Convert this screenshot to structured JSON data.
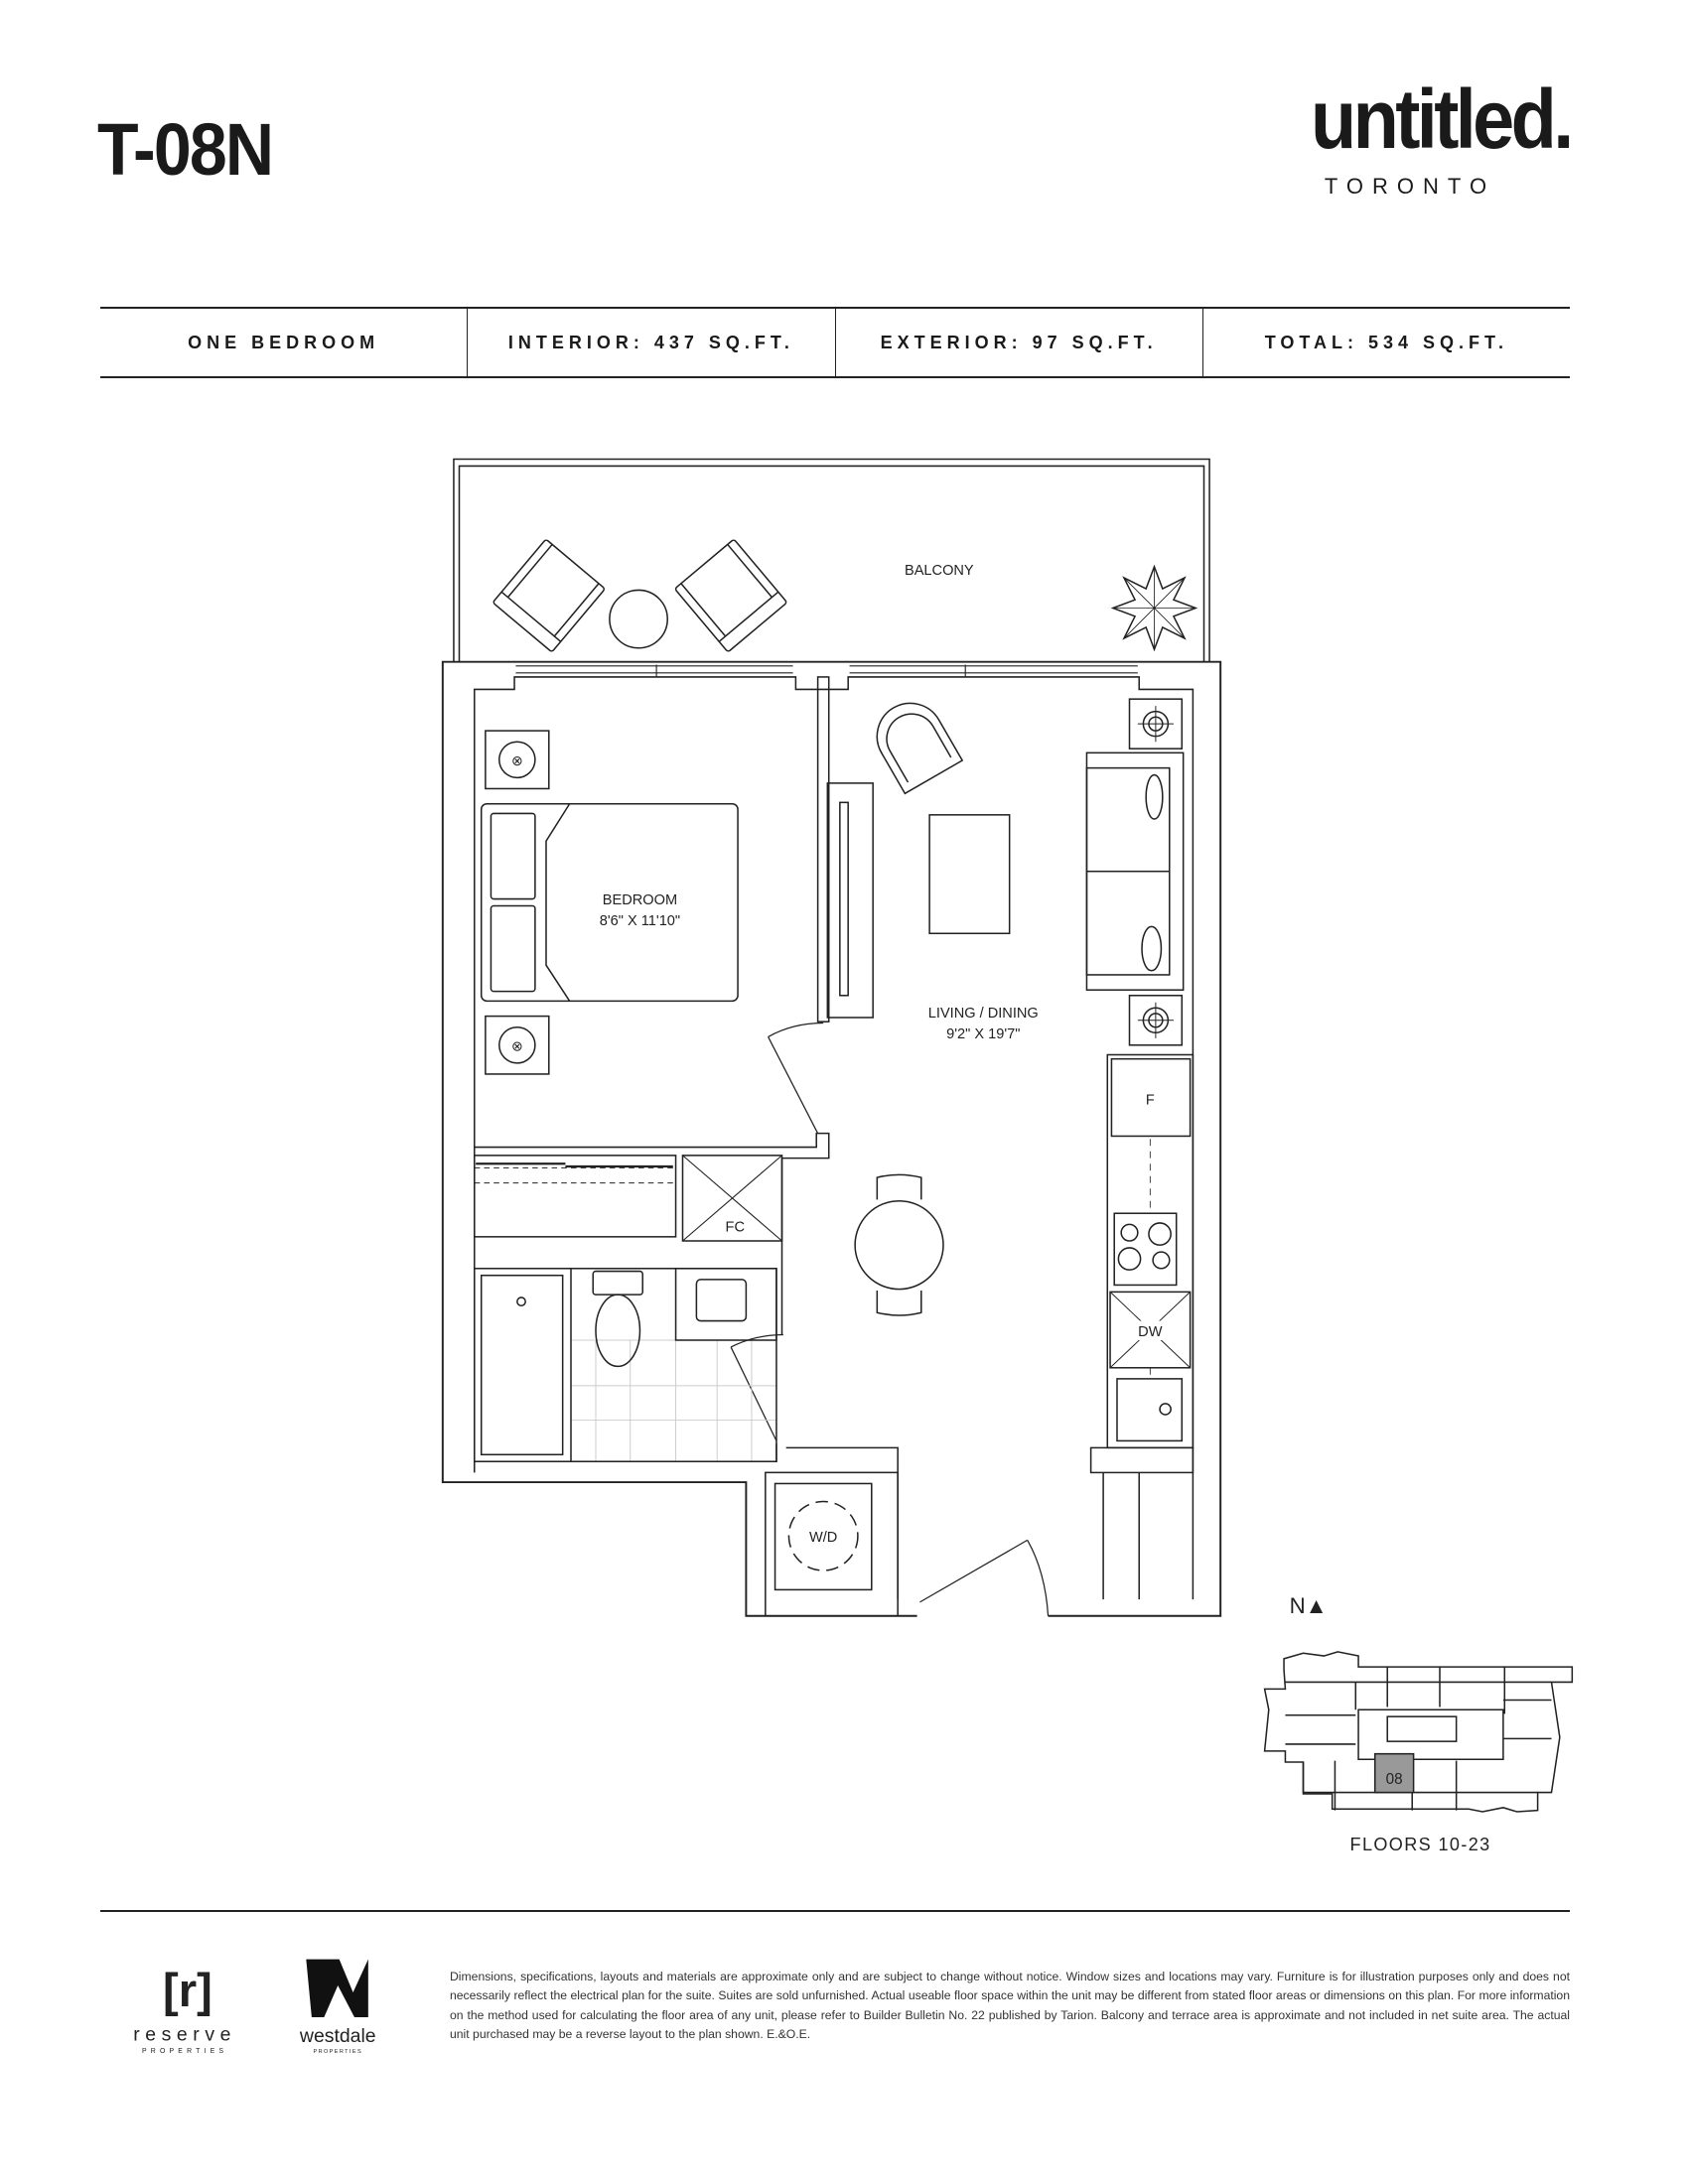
{
  "header": {
    "unit_code": "T-08N",
    "brand": "untitled.",
    "city": "TORONTO"
  },
  "specs": [
    {
      "label": "ONE BEDROOM"
    },
    {
      "label": "INTERIOR: 437 SQ.FT."
    },
    {
      "label": "EXTERIOR: 97 SQ.FT."
    },
    {
      "label": "TOTAL: 534 SQ.FT."
    }
  ],
  "plan": {
    "balcony": "BALCONY",
    "bedroom": {
      "name": "BEDROOM",
      "dims": "8'6\" X 11'10\""
    },
    "living": {
      "name": "LIVING / DINING",
      "dims": "9'2\" X 19'7\""
    },
    "fridge": "F",
    "dishwasher": "DW",
    "closet": "FC",
    "laundry": "W/D"
  },
  "keyplan": {
    "north": "N▲",
    "unit": "08",
    "floors": "FLOORS 10-23"
  },
  "footer": {
    "reserve_mark": "[r]",
    "reserve_name": "reserve",
    "reserve_sub": "PROPERTIES",
    "westdale_name": "westdale",
    "westdale_sub": "PROPERTIES",
    "disclaimer": "Dimensions, specifications, layouts and materials are approximate only and are subject to change without notice. Window sizes and locations may vary. Furniture is for illustration purposes only and does not necessarily reflect the electrical plan for the suite. Suites are sold unfurnished. Actual useable floor space within the unit may be different from stated floor areas or dimensions on this plan.  For more information on the method used for calculating the floor area of any unit, please refer to Builder Bulletin No. 22 published by Tarion. Balcony and terrace area is approximate and not included in net suite area. The actual unit purchased may be a reverse layout to the plan shown. E.&O.E."
  }
}
